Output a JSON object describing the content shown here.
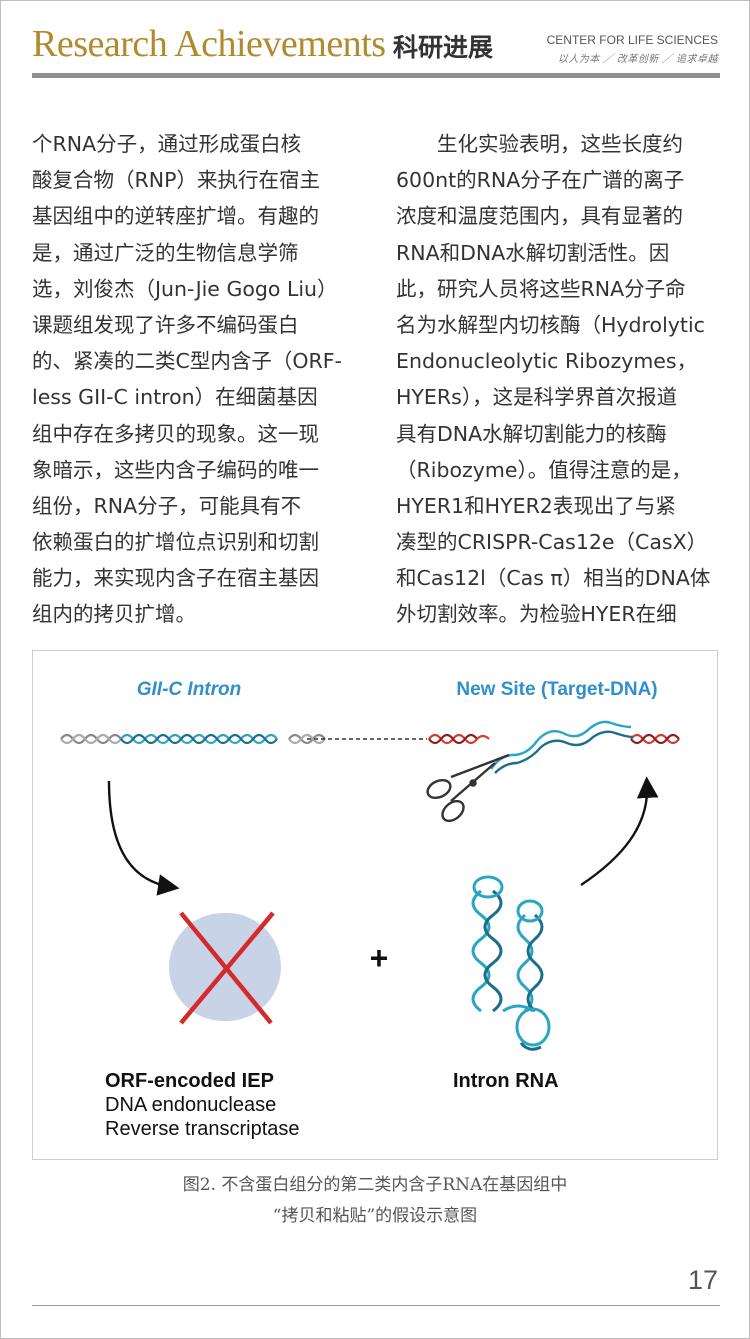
{
  "header": {
    "title": "Research Achievements",
    "title_cn": "科研进展",
    "org": "CENTER FOR LIFE SCIENCES",
    "slogan": "以人为本 ╱ 改革创新 ╱ 追求卓越"
  },
  "body": {
    "left_lines": [
      "个RNA分子，通过形成蛋白核",
      "酸复合物（RNP）来执行在宿主",
      "基因组中的逆转座扩增。有趣的",
      "是，通过广泛的生物信息学筛",
      "选，刘俊杰（Jun-Jie Gogo Liu）",
      "课题组发现了许多不编码蛋白",
      "的、紧凑的二类C型内含子（ORF-",
      "less GII-C intron）在细菌基因",
      "组中存在多拷贝的现象。这一现",
      "象暗示，这些内含子编码的唯一",
      "组份，RNA分子，可能具有不",
      "依赖蛋白的扩增位点识别和切割",
      "能力，来实现内含子在宿主基因",
      "组内的拷贝扩增。"
    ],
    "right_lines": [
      "　　生化实验表明，这些长度约",
      "600nt的RNA分子在广谱的离子",
      "浓度和温度范围内，具有显著的",
      "RNA和DNA水解切割活性。因",
      "此，研究人员将这些RNA分子命",
      "名为水解型内切核酶（Hydrolytic",
      "Endonucleolytic Ribozymes，",
      "HYERs），这是科学界首次报道",
      "具有DNA水解切割能力的核酶",
      "（Ribozyme）。值得注意的是，",
      "HYER1和HYER2表现出了与紧",
      "凑型的CRISPR-Cas12e（CasX）",
      "和Cas12l（Cas π）相当的DNA体",
      "外切割效率。为检验HYER在细"
    ]
  },
  "figure": {
    "label_left": "GII-C Intron",
    "label_right": "New Site (Target-DNA)",
    "plus": "+",
    "iep_title": "ORF-encoded IEP",
    "iep_line1": "DNA endonuclease",
    "iep_line2": "Reverse transcriptase",
    "rna_label": "Intron RNA",
    "colors": {
      "blue_label": "#2f8fcf",
      "red_cross": "#d42a2a",
      "blob": "#c9d3e8",
      "helix_teal": "#2aa6c4",
      "helix_red": "#d93a2a"
    }
  },
  "caption": {
    "line1": "图2. 不含蛋白组分的第二类内含子RNA在基因组中",
    "line2": "“拷贝和粘贴”的假设示意图"
  },
  "page_number": "17"
}
